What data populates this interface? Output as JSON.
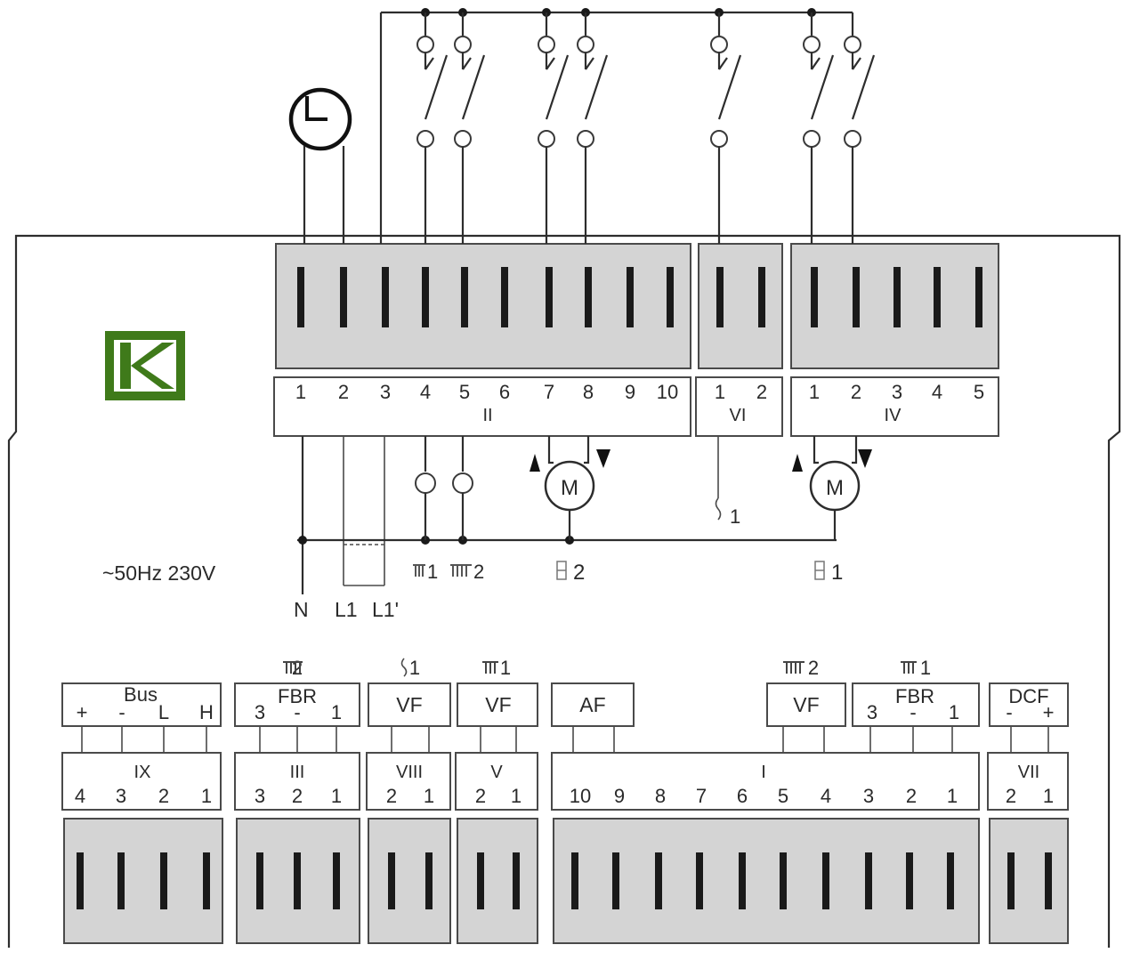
{
  "logo": {
    "letter": "K",
    "bg": "#3f7a1a"
  },
  "supply": {
    "label": "~50Hz 230V",
    "n": "N",
    "l1": "L1",
    "l1p": "L1'"
  },
  "top": {
    "block_II": {
      "roman": "II",
      "terminals": [
        "1",
        "2",
        "3",
        "4",
        "5",
        "6",
        "7",
        "8",
        "9",
        "10"
      ]
    },
    "block_VI": {
      "roman": "VI",
      "terminals": [
        "1",
        "2"
      ]
    },
    "block_IV": {
      "roman": "IV",
      "terminals": [
        "1",
        "2",
        "3",
        "4",
        "5"
      ]
    }
  },
  "top_outputs": {
    "pump1": "1",
    "pump2": "2",
    "mixer2": "2",
    "sensor1": "1",
    "mixer1": "1",
    "motor": "M"
  },
  "bottom": {
    "IX": {
      "roman": "IX",
      "terminals": [
        "4",
        "3",
        "2",
        "1"
      ],
      "connector": [
        "Bus"
      ],
      "sub": [
        "+",
        "-",
        "L",
        "H"
      ]
    },
    "III": {
      "roman": "III",
      "terminals": [
        "3",
        "2",
        "1"
      ],
      "connector": [
        "FBR"
      ],
      "sub": [
        "3",
        "-",
        "1"
      ],
      "circuit": "2"
    },
    "VIII": {
      "roman": "VIII",
      "terminals": [
        "2",
        "1"
      ],
      "connector": [
        "VF"
      ],
      "circuit": "1"
    },
    "V": {
      "roman": "V",
      "terminals": [
        "2",
        "1"
      ],
      "connector": [
        "VF"
      ],
      "circuit": "1"
    },
    "I": {
      "roman": "I",
      "terminals": [
        "10",
        "9",
        "8",
        "7",
        "6",
        "5",
        "4",
        "3",
        "2",
        "1"
      ],
      "connectors": [
        "AF",
        "VF",
        "FBR"
      ],
      "vf_circuit": "2",
      "fbr_sub": [
        "3",
        "-",
        "1"
      ],
      "fbr_circuit": "1"
    },
    "VII": {
      "roman": "VII",
      "terminals": [
        "2",
        "1"
      ],
      "connector": [
        "DCF"
      ],
      "sub": [
        "-",
        "+"
      ]
    }
  },
  "colors": {
    "block": "#d4d4d4",
    "line": "#2d2d2d"
  }
}
